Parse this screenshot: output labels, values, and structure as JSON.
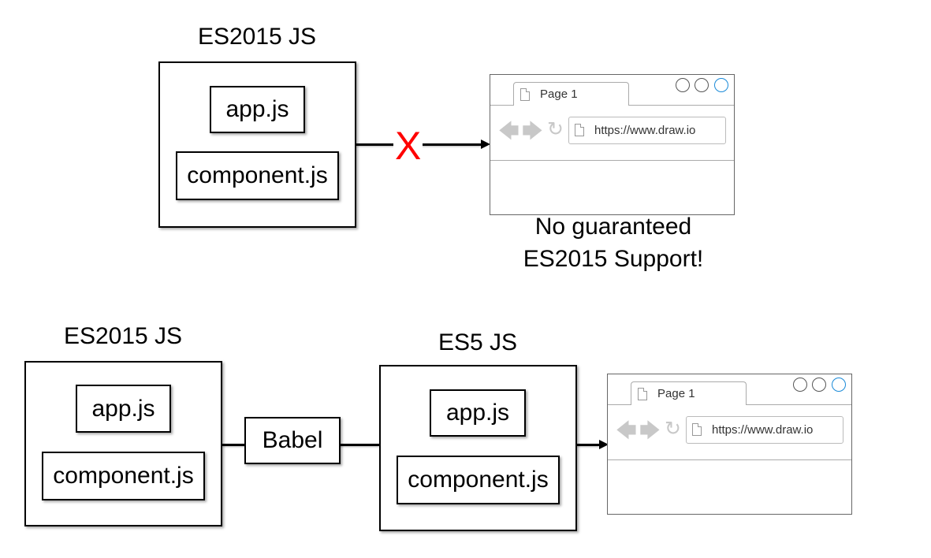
{
  "top": {
    "title": "ES2015 JS",
    "files": [
      "app.js",
      "component.js"
    ],
    "blocked_mark": "X",
    "browser": {
      "tab": "Page 1",
      "url": "https://www.draw.io"
    },
    "caption_line1": "No guaranteed",
    "caption_line2": "ES2015 Support!"
  },
  "bottom": {
    "source_title": "ES2015 JS",
    "source_files": [
      "app.js",
      "component.js"
    ],
    "transpiler": "Babel",
    "output_title": "ES5 JS",
    "output_files": [
      "app.js",
      "component.js"
    ],
    "browser": {
      "tab": "Page 1",
      "url": "https://www.draw.io"
    }
  },
  "colors": {
    "blocked": "#ff0000",
    "active_window_button": "#1a8ad8"
  },
  "icons": [
    "back-arrow-icon",
    "forward-arrow-icon",
    "reload-icon",
    "page-icon",
    "window-button-icon"
  ]
}
